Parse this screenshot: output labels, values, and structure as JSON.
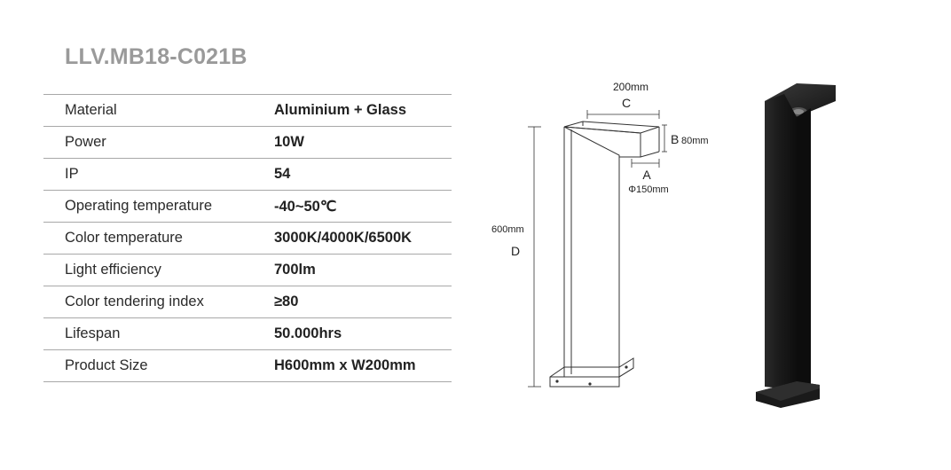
{
  "title": "LLV.MB18-C021B",
  "specs": [
    {
      "label": "Material",
      "value": "Aluminium + Glass"
    },
    {
      "label": "Power",
      "value": "10W"
    },
    {
      "label": "IP",
      "value": "54"
    },
    {
      "label": "Operating temperature",
      "value": "-40~50℃"
    },
    {
      "label": "Color temperature",
      "value": "3000K/4000K/6500K"
    },
    {
      "label": "Light efficiency",
      "value": "700lm"
    },
    {
      "label": "Color tendering index",
      "value": "≥80"
    },
    {
      "label": "Lifespan",
      "value": "50.000hrs"
    },
    {
      "label": "Product Size",
      "value": "H600mm x W200mm"
    }
  ],
  "dimensions": {
    "c_value": "200mm",
    "c_letter": "C",
    "b_letter": "B",
    "b_value": "80mm",
    "a_letter": "A",
    "a_value": "Φ150mm",
    "d_value": "600mm",
    "d_letter": "D"
  }
}
